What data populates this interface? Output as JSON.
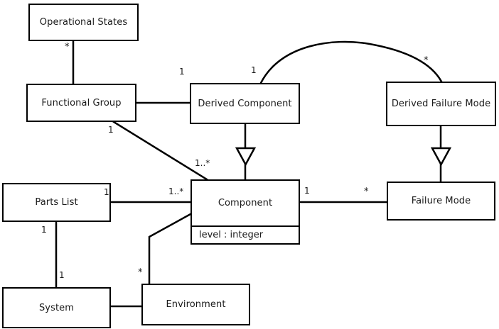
{
  "diagram": {
    "title": "UML Class Diagram",
    "type": "uml-class-diagram",
    "background_color": "#ffffff",
    "line_color": "#000000",
    "text_color": "#1a1a1a"
  },
  "classes": [
    {
      "id": "operational-states",
      "name": "Operational States",
      "attributes": []
    },
    {
      "id": "functional-group",
      "name": "Functional Group",
      "attributes": []
    },
    {
      "id": "derived-component",
      "name": "Derived Component",
      "attributes": []
    },
    {
      "id": "derived-failure-mode",
      "name": "Derived Failure Mode",
      "attributes": []
    },
    {
      "id": "parts-list",
      "name": "Parts List",
      "attributes": []
    },
    {
      "id": "component",
      "name": "Component",
      "attributes": [
        "level : integer"
      ]
    },
    {
      "id": "failure-mode",
      "name": "Failure Mode",
      "attributes": []
    },
    {
      "id": "system",
      "name": "System",
      "attributes": []
    },
    {
      "id": "environment",
      "name": "Environment",
      "attributes": []
    }
  ],
  "multiplicities": [
    {
      "id": "m-opstates-fg",
      "label": "*",
      "near": "operational-states"
    },
    {
      "id": "m-fg-dc",
      "label": "1",
      "near": "derived-component"
    },
    {
      "id": "m-fg-comp",
      "label": "1",
      "near": "functional-group"
    },
    {
      "id": "m-comp-fg",
      "label": "1..*",
      "near": "component"
    },
    {
      "id": "m-dc-arc",
      "label": "1",
      "near": "derived-component"
    },
    {
      "id": "m-dfm-arc",
      "label": "*",
      "near": "derived-failure-mode"
    },
    {
      "id": "m-pl-comp",
      "label": "1",
      "near": "parts-list"
    },
    {
      "id": "m-comp-pl",
      "label": "1..*",
      "near": "component"
    },
    {
      "id": "m-comp-fm",
      "label": "1",
      "near": "component"
    },
    {
      "id": "m-fm-comp",
      "label": "*",
      "near": "failure-mode"
    },
    {
      "id": "m-pl-sys",
      "label": "1",
      "near": "parts-list"
    },
    {
      "id": "m-sys-pl",
      "label": "1",
      "near": "system"
    },
    {
      "id": "m-env-comp",
      "label": "*",
      "near": "environment"
    }
  ],
  "relationships": [
    {
      "id": "rel-opstates-fg",
      "from": "operational-states",
      "to": "functional-group",
      "kind": "association"
    },
    {
      "id": "rel-fg-dc",
      "from": "functional-group",
      "to": "derived-component",
      "kind": "association"
    },
    {
      "id": "rel-fg-comp",
      "from": "functional-group",
      "to": "component",
      "kind": "association"
    },
    {
      "id": "rel-dc-dfm",
      "from": "derived-component",
      "to": "derived-failure-mode",
      "kind": "association-arc"
    },
    {
      "id": "rel-dc-comp",
      "from": "derived-component",
      "to": "component",
      "kind": "generalization"
    },
    {
      "id": "rel-dfm-fm",
      "from": "derived-failure-mode",
      "to": "failure-mode",
      "kind": "generalization"
    },
    {
      "id": "rel-pl-comp",
      "from": "parts-list",
      "to": "component",
      "kind": "association"
    },
    {
      "id": "rel-comp-fm",
      "from": "component",
      "to": "failure-mode",
      "kind": "association"
    },
    {
      "id": "rel-pl-sys",
      "from": "parts-list",
      "to": "system",
      "kind": "association"
    },
    {
      "id": "rel-sys-env",
      "from": "system",
      "to": "environment",
      "kind": "association"
    },
    {
      "id": "rel-env-comp",
      "from": "environment",
      "to": "component",
      "kind": "association"
    }
  ]
}
